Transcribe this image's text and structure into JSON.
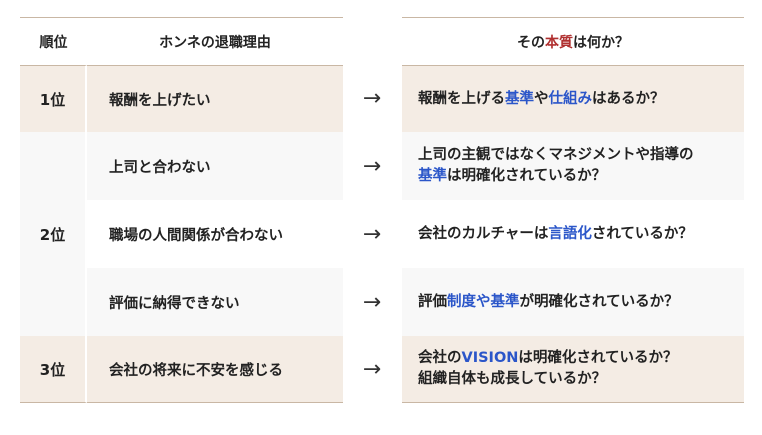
{
  "header": {
    "rank": "順位",
    "reason": "ホンネの退職理由",
    "essence_pre": "その",
    "essence_hl": "本質",
    "essence_post": "は何か？"
  },
  "colors": {
    "accent_blue": "#2b56c9",
    "accent_red": "#b03030",
    "row_highlight": "#f4ece4",
    "row_plain": "#f8f8f8",
    "divider": "#c9b7a4"
  },
  "arrow_icon": "→",
  "ranks": [
    "1位",
    "2位",
    "3位"
  ],
  "rows": [
    {
      "reason": "報酬を上げたい",
      "q": [
        "報酬を上げる",
        "基準",
        "や",
        "仕組み",
        "はあるか？"
      ]
    },
    {
      "reason": "上司と合わない",
      "q1": "上司の主観ではなくマネジメントや指導の",
      "q2a": "基準",
      "q2b": "は明確化されているか？"
    },
    {
      "reason": "職場の人間関係が合わない",
      "q": [
        "会社のカルチャーは",
        "言語化",
        "されているか？"
      ]
    },
    {
      "reason": "評価に納得できない",
      "q": [
        "評価",
        "制度や基準",
        "が明確化されているか？"
      ]
    },
    {
      "reason": "会社の将来に不安を感じる",
      "q1a": "会社の",
      "q1b": "VISION",
      "q1c": "は明確化されているか？",
      "q2": "組織自体も成長しているか？"
    }
  ]
}
